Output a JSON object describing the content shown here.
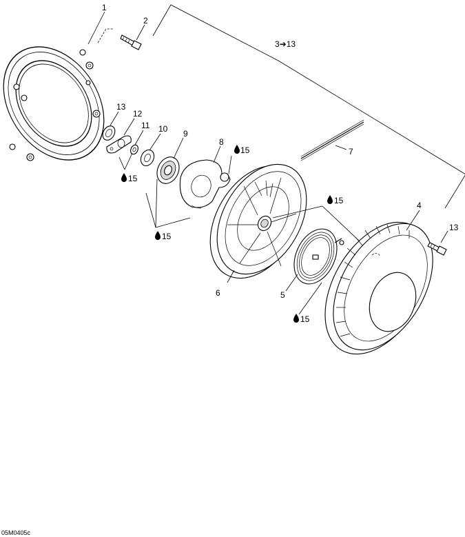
{
  "diagram": {
    "reference": "05M0405c",
    "callouts": {
      "c1": "1",
      "c2": "2",
      "c3": "3➔13",
      "c4": "4",
      "c5": "5",
      "c6": "6",
      "c7": "7",
      "c8": "8",
      "c9": "9",
      "c10": "10",
      "c11": "11",
      "c12": "12",
      "c13a": "13",
      "c13b": "13"
    },
    "lube_marks": {
      "l1": "15",
      "l2": "15",
      "l3": "15",
      "l4": "15",
      "l5": "15"
    },
    "lube_icon": "oil-drop-icon"
  }
}
